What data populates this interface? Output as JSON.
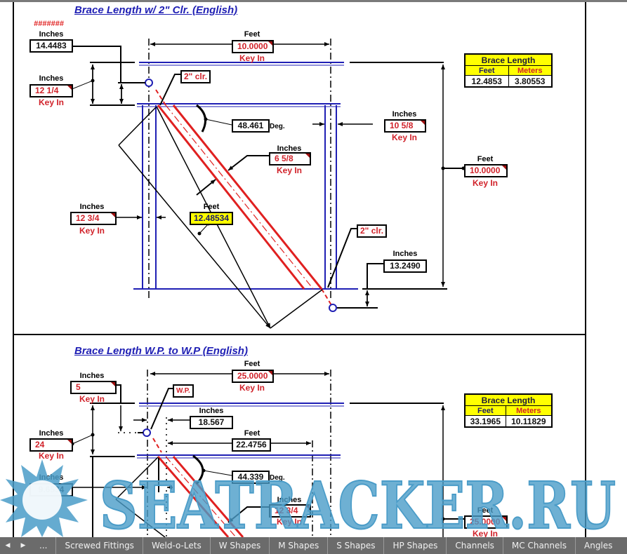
{
  "section1": {
    "title": "Brace Length w/ 2\" Clr. (English)",
    "error_text": "#######",
    "top_inches": {
      "label": "Inches",
      "value": "14.4483"
    },
    "top_feet": {
      "label": "Feet",
      "value": "10.0000",
      "hint": "Key In"
    },
    "offset_inches": {
      "label": "Inches",
      "value": "12   1/4",
      "hint": "Key In"
    },
    "clr_tag_top": "2\" clr.",
    "angle": {
      "value": "48.461",
      "unit": "Deg."
    },
    "brace_width": {
      "label": "Inches",
      "value": "6   5/8",
      "hint": "Key In"
    },
    "right_col": {
      "label": "Inches",
      "value": "10   5/8",
      "hint": "Key In"
    },
    "height_feet": {
      "label": "Feet",
      "value": "10.0000",
      "hint": "Key In"
    },
    "left_col": {
      "label": "Inches",
      "value": "12   3/4",
      "hint": "Key In"
    },
    "brace_feet": {
      "label": "Feet",
      "value": "12.48534"
    },
    "clr_tag_bottom": "2\" clr.",
    "bottom_inches": {
      "label": "Inches",
      "value": "13.2490"
    },
    "result": {
      "title": "Brace Length",
      "col_feet": "Feet",
      "col_meters": "Meters",
      "feet": "12.4853",
      "meters": "3.80553"
    }
  },
  "section2": {
    "title": "Brace Length W.P. to W.P (English)",
    "top_feet": {
      "label": "Feet",
      "value": "25.0000",
      "hint": "Key In"
    },
    "top_inches": {
      "label": "Inches",
      "value": "5",
      "hint": "Key In"
    },
    "wp_tag": "W.P.",
    "mid_inches": {
      "label": "Inches",
      "value": "18.567"
    },
    "mid_feet": {
      "label": "Feet",
      "value": "22.4756"
    },
    "offset_inches": {
      "label": "Inches",
      "value": "24",
      "hint": "Key In"
    },
    "angle": {
      "value": "44.339",
      "unit": "Deg."
    },
    "left_inches": {
      "label": "Inches",
      "value": "9.6534"
    },
    "brace_width": {
      "label": "Inches",
      "value": "12   3/4",
      "hint": "Key In"
    },
    "height_feet": {
      "label": "Feet",
      "value": "25.0000",
      "hint": "Key In"
    },
    "result": {
      "title": "Brace Length",
      "col_feet": "Feet",
      "col_meters": "Meters",
      "feet": "33.1965",
      "meters": "10.11829"
    }
  },
  "sheet_tabs": {
    "ellipsis": "...",
    "tabs": [
      "Screwed Fittings",
      "Weld-o-Lets",
      "W Shapes",
      "M Shapes",
      "S Shapes",
      "HP Shapes",
      "Channels",
      "MC Channels",
      "Angles"
    ]
  },
  "watermark": "SEATRACKER.RU",
  "colors": {
    "member_blue": "#1f1fb4",
    "brace_red": "#e02020",
    "input_red": "#d1222a",
    "highlight_yellow": "#ffff00",
    "tabbar_gray": "#6b6b6b"
  }
}
